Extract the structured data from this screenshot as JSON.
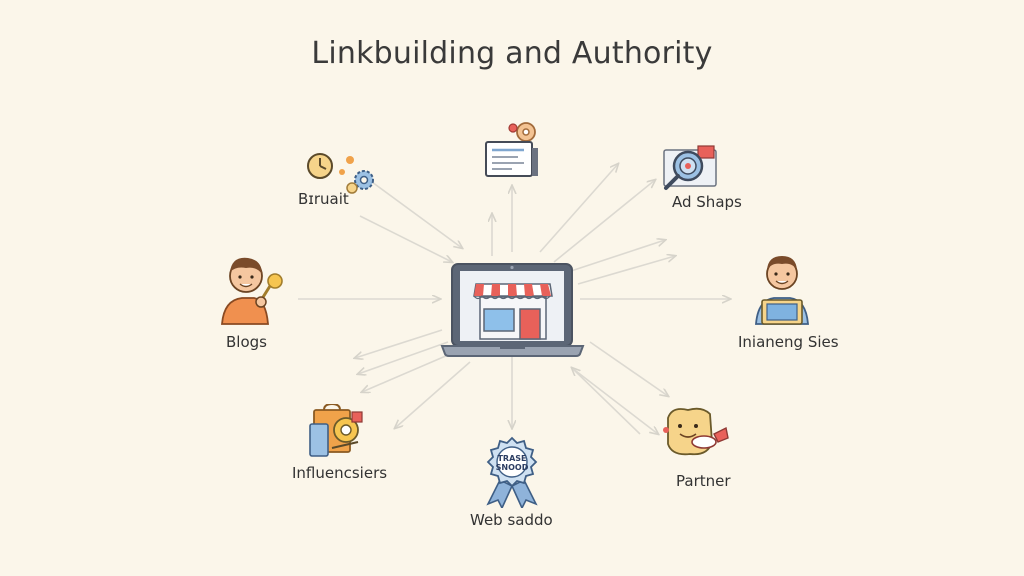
{
  "title": "Linkbuilding and Authority",
  "nodes": {
    "top_left": "Bɪruait",
    "top_right": "Ad Shaps",
    "left": "Blogs",
    "right": "Inianeng Sies",
    "bottom_left": "Influencsiers",
    "bottom": "Web saddo",
    "bottom_right": "Partner"
  },
  "badge_text": {
    "line1": "TRASE",
    "line2": "SNOOD"
  },
  "colors": {
    "background": "#fbf6ea",
    "arrow": "#d9d7d0",
    "awning_red": "#e8615a",
    "screen_blue": "#7fb2e0",
    "badge_blue": "#8fb3da",
    "accent_orange": "#f0a24a"
  },
  "icons": {
    "center": "laptop-shop-icon",
    "top": "document-gear-icon",
    "top_left": "clock-gears-icon",
    "top_right": "magnifier-target-icon",
    "left": "person-key-icon",
    "right": "person-laptop-icon",
    "bottom_left": "shopping-bag-icon",
    "bottom": "award-ribbon-icon",
    "bottom_right": "partner-card-icon"
  }
}
